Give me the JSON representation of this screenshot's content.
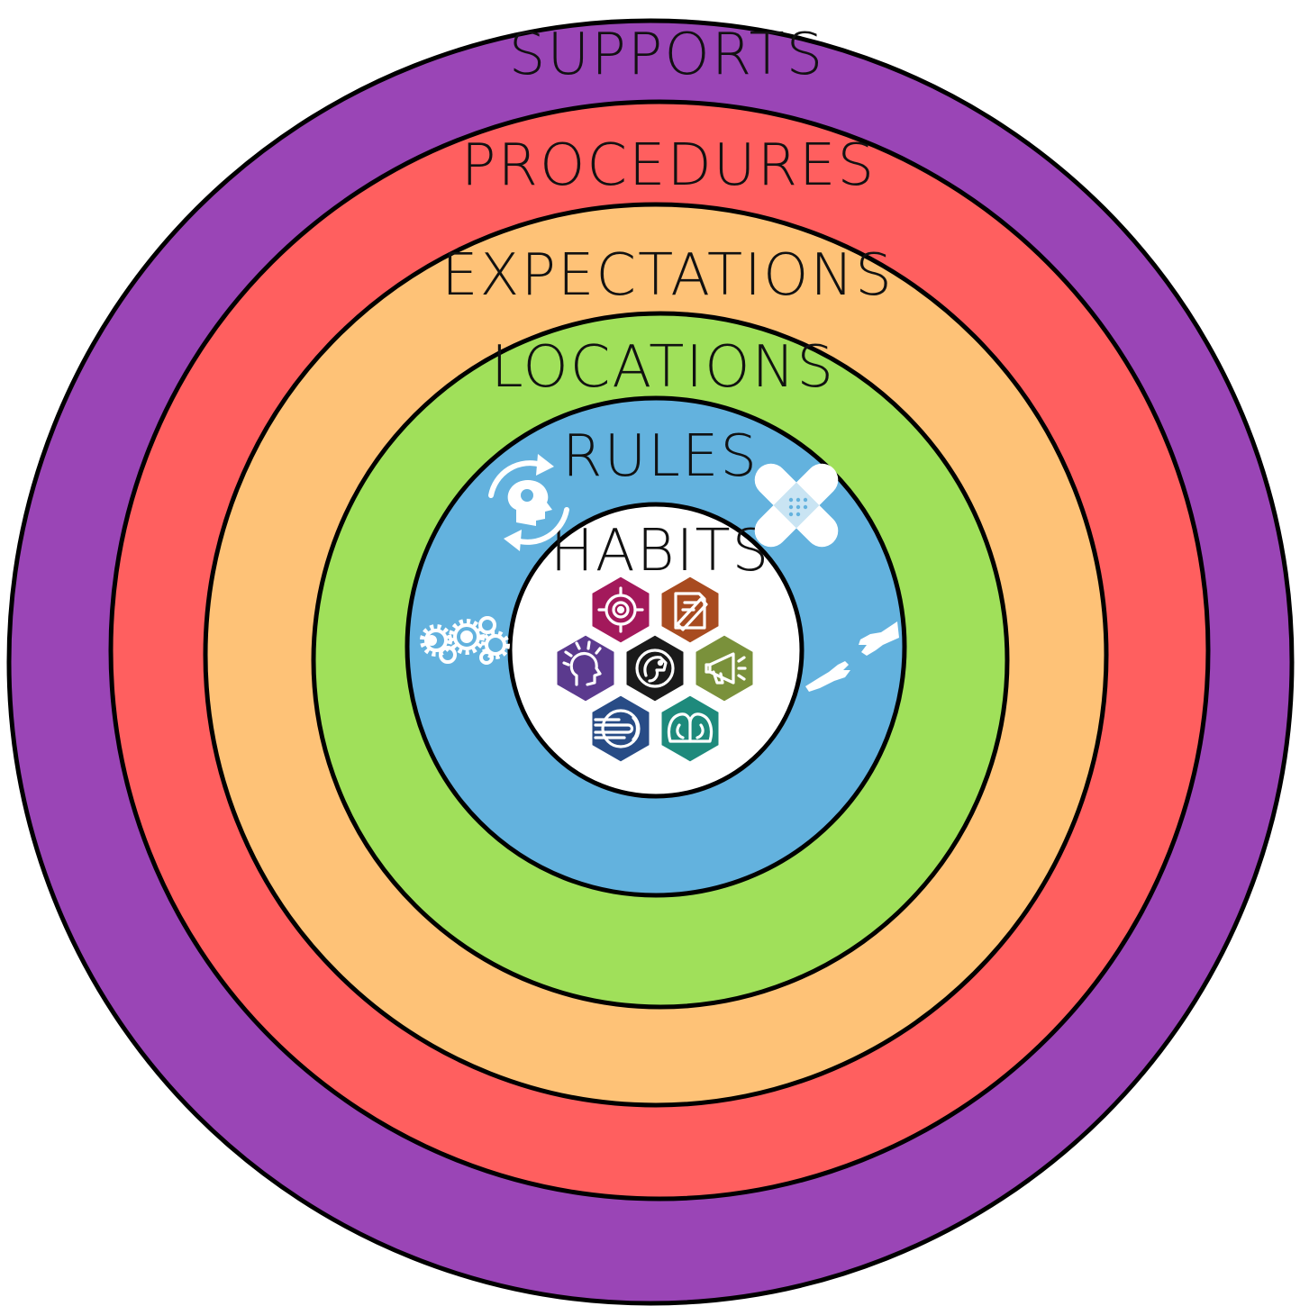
{
  "diagram": {
    "rings": [
      {
        "key": "supports",
        "label": "SUPPORTS",
        "color": "#9A45B6"
      },
      {
        "key": "procedures",
        "label": "PROCEDURES",
        "color": "#FF5F5F"
      },
      {
        "key": "expectations",
        "label": "EXPECTATIONS",
        "color": "#FEC277"
      },
      {
        "key": "locations",
        "label": "LOCATIONS",
        "color": "#A0E05A"
      },
      {
        "key": "rules",
        "label": "RULES",
        "color": "#63B2DE"
      },
      {
        "key": "habits",
        "label": "HABITS",
        "color": "#FFFFFF"
      }
    ],
    "rules_ring_icons": [
      "rotating-mind-icon",
      "bandage-icon",
      "gears-icon",
      "helping-hands-icon"
    ],
    "habit_icons": [
      {
        "name": "eye-compass-icon",
        "color": "#A3195B"
      },
      {
        "name": "pencil-paper-icon",
        "color": "#A84B20"
      },
      {
        "name": "lightbulb-head-icon",
        "color": "#5B3A8E"
      },
      {
        "name": "dog-bowl-icon",
        "color": "#1A1A1A"
      },
      {
        "name": "megaphone-icon",
        "color": "#7A913B"
      },
      {
        "name": "handshake-icon",
        "color": "#284C86"
      },
      {
        "name": "two-faces-icon",
        "color": "#1E8A7C"
      }
    ]
  }
}
